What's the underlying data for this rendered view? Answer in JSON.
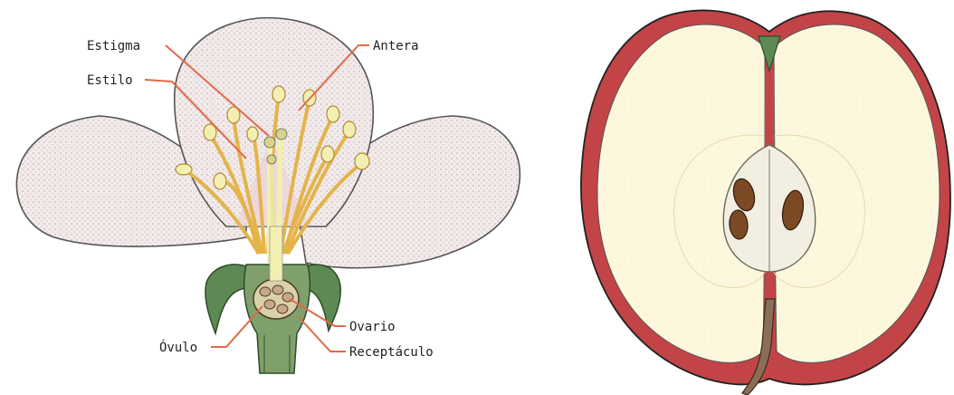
{
  "flower": {
    "labels": {
      "estigma": "Estigma",
      "estilo": "Estilo",
      "antera": "Antera",
      "ovulo": "Óvulo",
      "ovario": "Ovario",
      "receptaculo": "Receptáculo"
    }
  },
  "colors": {
    "petal": "#f1e8ea",
    "stamen": "#f3efb0",
    "sepal": "#5d8a52",
    "apple_flesh": "#fdf7dc",
    "apple_skin": "#c24447",
    "seed": "#7b4a25",
    "leader_line": "#e06a48"
  }
}
